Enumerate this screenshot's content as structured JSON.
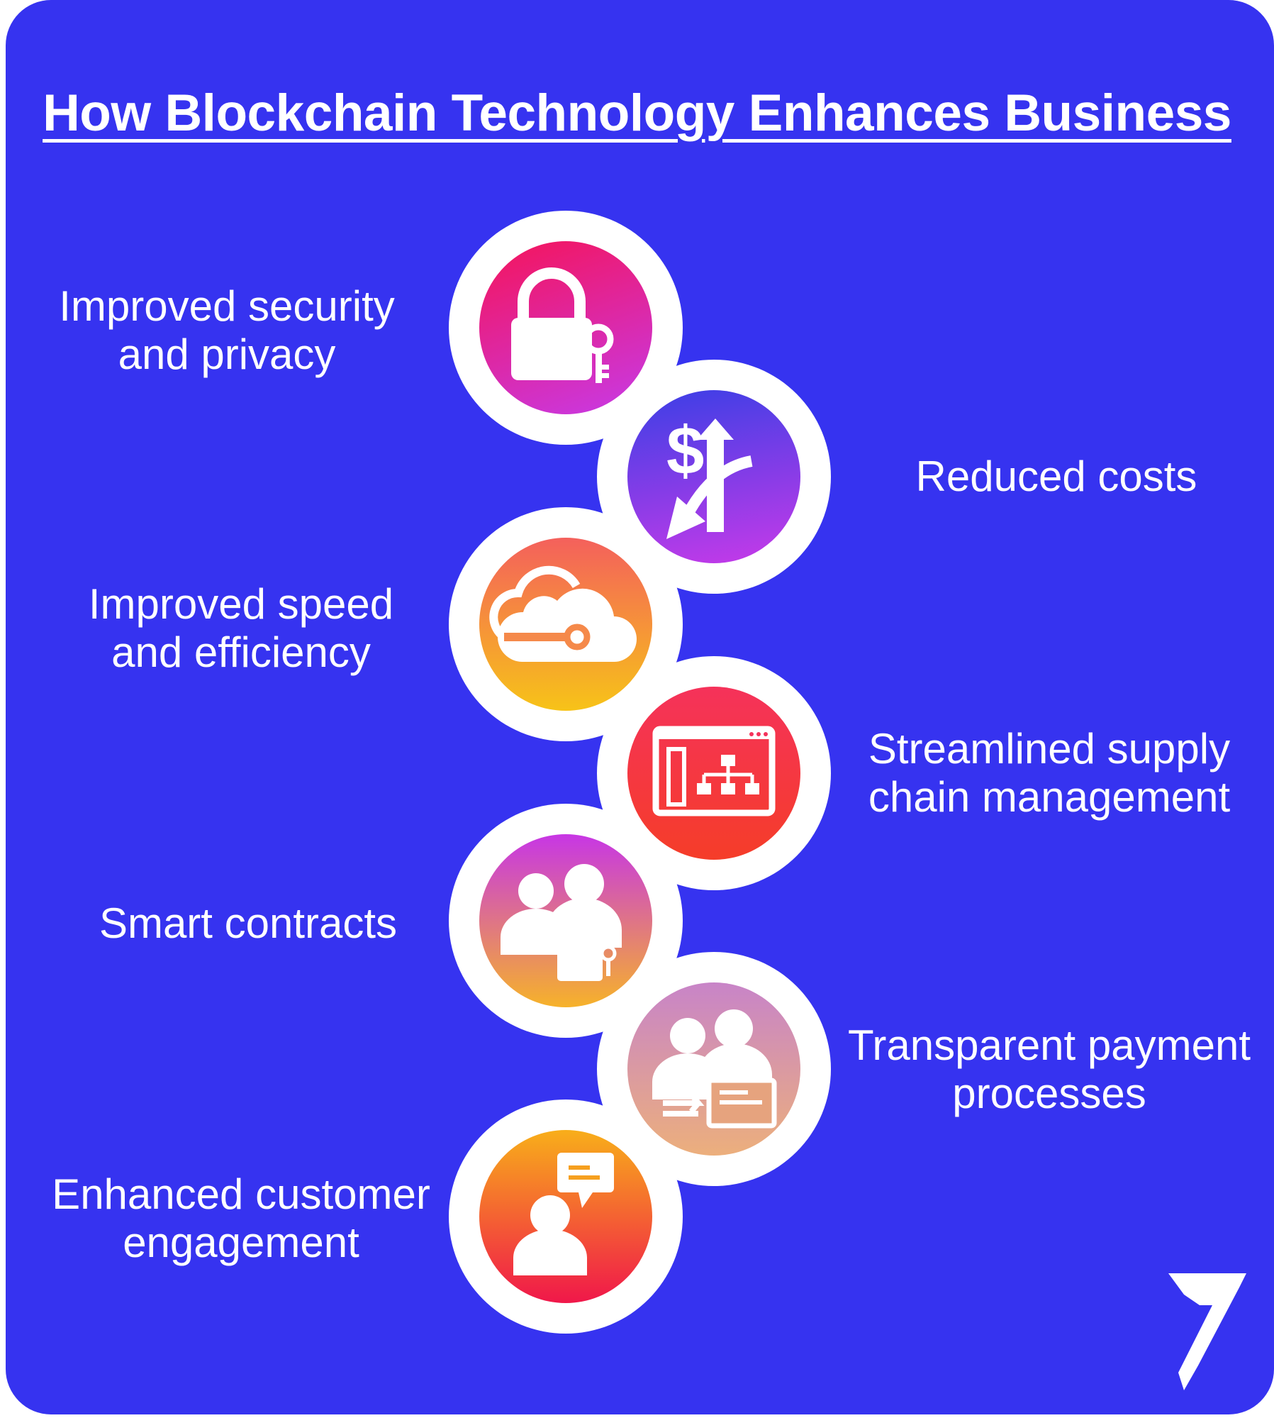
{
  "title": "How Blockchain Technology Enhances Business",
  "items": [
    {
      "line1": "Improved security",
      "line2": "and privacy",
      "icon": "lock-key-icon",
      "gradient": [
        "#f5145a",
        "#c73ae8"
      ]
    },
    {
      "line1": "Reduced costs",
      "line2": "",
      "icon": "dollar-up-down-arrows-icon",
      "gradient": [
        "#3b3fe6",
        "#c73ae8"
      ]
    },
    {
      "line1": "Improved speed",
      "line2": "and efficiency",
      "icon": "cloud-connection-icon",
      "gradient": [
        "#f4605c",
        "#f7c318"
      ]
    },
    {
      "line1": "Streamlined supply",
      "line2": "chain management",
      "icon": "browser-hierarchy-icon",
      "gradient": [
        "#f5325a",
        "#f53d29"
      ]
    },
    {
      "line1": "Smart contracts",
      "line2": "",
      "icon": "people-lock-icon",
      "gradient": [
        "#c736e5",
        "#f6b22a"
      ]
    },
    {
      "line1": "Transparent payment",
      "line2": "processes",
      "icon": "people-payment-icon",
      "gradient": [
        "#c884c8",
        "#ecaf7c"
      ]
    },
    {
      "line1": "Enhanced customer",
      "line2": "engagement",
      "icon": "person-chat-icon",
      "gradient": [
        "#f8ae1a",
        "#f0174a"
      ]
    }
  ],
  "colors": {
    "background": "#3633f0",
    "text": "#ffffff",
    "ring": "#ffffff"
  },
  "logo_icon": "seven-logo-icon"
}
